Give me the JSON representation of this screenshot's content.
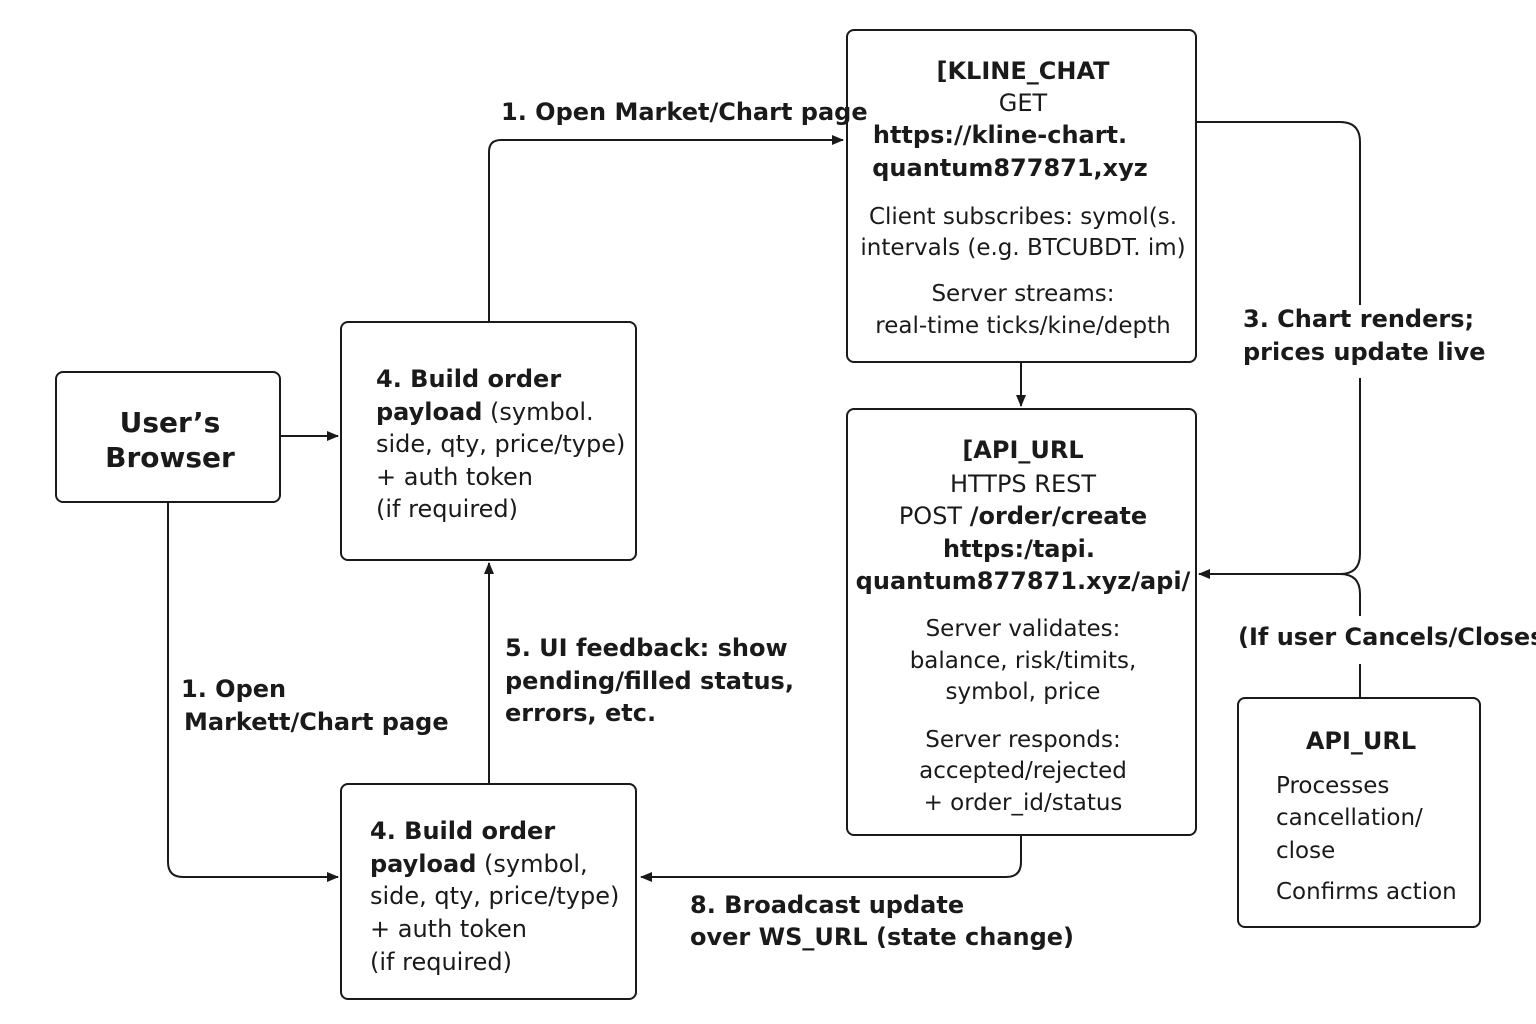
{
  "browser": {
    "line1": "User’s",
    "line2": "Browser"
  },
  "order_top": {
    "l1": "4. Build order",
    "l2_bold": "payload",
    "l2_rest": "(symbol.",
    "l3": "side, qty, price/type)",
    "l4": "+ auth token",
    "l5": "(if required)"
  },
  "order_bottom": {
    "l1": "4. Build order",
    "l2_bold": "payload",
    "l2_rest": "(symbol,",
    "l3": "side, qty, price/type)",
    "l4": "+ auth token",
    "l5": "(if required)"
  },
  "kline": {
    "title": "[KLINE_CHAT",
    "method": "GET",
    "url1": "https://kline-chart.",
    "url2": "quantum877871,xyz",
    "sub1": "Client subscribes: symol(s.",
    "sub2": "intervals (e.g. BTCUBDT. im)",
    "stream1": "Server streams:",
    "stream2": "real-time ticks/kine/depth"
  },
  "api": {
    "title": "[API_URL",
    "proto": "HTTPS REST",
    "post_prefix": "POST",
    "post_path": "/order/create",
    "url1": "https:/tapi.",
    "url2": "quantum877871.xyz/api/",
    "val1": "Server validates:",
    "val2": "balance, risk/timits,",
    "val3": "symbol, price",
    "resp1": "Server responds:",
    "resp2": "accepted/rejected",
    "resp3": "+ order_id/status"
  },
  "cancel": {
    "title": "API_URL",
    "l1": "Processes",
    "l2": "cancellation/",
    "l3": "close",
    "l4": "Confirms action"
  },
  "labels": {
    "open_top": "1. Open Market/Chart page",
    "open_left1": "1. Open",
    "open_left2": "Markett/Chart page",
    "feedback1": "5. UI feedback: show",
    "feedback2": "pending/filled status,",
    "feedback3": "errors, etc.",
    "renders1": "3. Chart renders;",
    "renders2": "prices update live",
    "cancels": "(If user Cancels/Closes)",
    "broadcast1": "8. Broadcast update",
    "broadcast2": "over WS_URL (state change)"
  },
  "colors": {
    "stroke": "#1a1a1a",
    "background": "#ffffff"
  }
}
